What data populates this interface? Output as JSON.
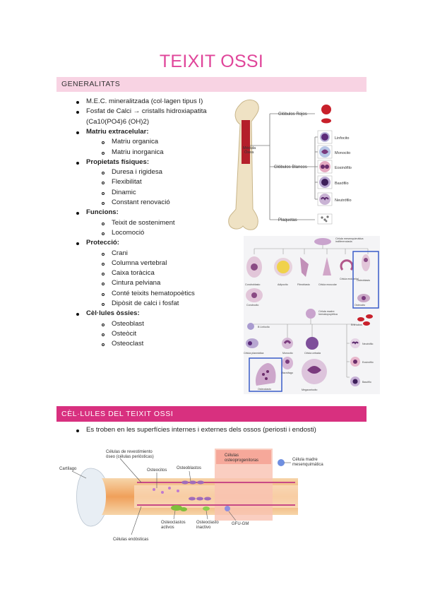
{
  "title": "TEIXIT OSSI",
  "section1": {
    "header": "GENERALITATS",
    "items": [
      {
        "text": "M.E.C. mineralitzada (col·lagen tipus I)",
        "bold": false
      },
      {
        "text": "Fosfat de Calci → cristalls hidroxiapatita",
        "bold": false,
        "cont": "(Ca10(PO4)6 (OH)2)"
      },
      {
        "text": "Matriu extracelular:",
        "bold": true,
        "sub": [
          "Matriu organica",
          "Matriu inorganica"
        ]
      },
      {
        "text": "Propietats físiques:",
        "bold": true,
        "sub": [
          "Duresa i rigidesa",
          "Flexibilitat",
          "Dinamic",
          "Constant renovació"
        ]
      },
      {
        "text": "Funcions:",
        "bold": true,
        "sub": [
          "Teixit de sosteniment",
          "Locomoció"
        ]
      },
      {
        "text": "Protecció:",
        "bold": true,
        "sub": [
          "Crani",
          "Columna vertebral",
          "Caixa toràcica",
          "Cintura pelviana",
          "Conté teixits hematopoètics",
          "Dipòsit de calci i fosfat"
        ]
      },
      {
        "text": "Cèl·lules òssies:",
        "bold": true,
        "sub": [
          "Osteoblast",
          "Osteòcit",
          "Osteoclast"
        ]
      }
    ]
  },
  "figure_bone": {
    "labels": {
      "medula": "Médula",
      "osea": "Ósea",
      "rojos": "Glóbulos Rojos",
      "blancos": "Glóbulos Blancos",
      "plaquetas": "Plaquetas",
      "linfocito": "Linfocito",
      "monocito": "Monocito",
      "eosinofilo": "Eosinófilo",
      "basofilo": "Basófilo",
      "neutrofilo": "Neutrófilo"
    }
  },
  "figure_cells": {
    "labels": {
      "madre_mes": "Célula mesenquimática",
      "madre_mes2": "indiferenciada",
      "condroblasto": "Condroblasto",
      "adipocito": "Adipocito",
      "fibroblasto": "Fibroblasto",
      "muscular": "Célula muscular",
      "endotelial": "Célula endotelial",
      "osteoblasto": "Osteoblasto",
      "osteocito": "Osteocito",
      "condrocito": "Condrocito",
      "madre_hem": "Célula madre",
      "madre_hem2": "hematopoyética",
      "eritrocitos": "Eritrocitos",
      "linfocito_b": "B Linfocito",
      "plasmatica": "Célula plasmática",
      "monocito": "Monocito",
      "cebada": "Célula cebada",
      "neutrofilo": "Neutrófilo",
      "eosinofilo": "Eosinófilo",
      "basofilo": "Basófilo",
      "macrofago": "Macrófago",
      "megacariocito": "Megacariocito",
      "osteoclasto": "Osteoclasto"
    }
  },
  "section2": {
    "header": "CÈL·LULES DEL TEIXIT OSSI",
    "items": [
      {
        "text": "Es troben en les superfícies internes i externes dels ossos (periosti i endosti)"
      }
    ]
  },
  "figure_long": {
    "labels": {
      "cartilago": "Cartílago",
      "revest1": "Células de revestimiento",
      "revest2": "óseo (células periósticas)",
      "osteocitos": "Osteocitos",
      "osteoblastos": "Osteoblastos",
      "progen1": "Células",
      "progen2": "osteoprogenitoras",
      "madre1": "Célula madre",
      "madre2": "mesenquimática",
      "osteoclastos1": "Osteoclastos",
      "osteoclastos2": "activos",
      "inactivo1": "Osteoclasto",
      "inactivo2": "inactivo",
      "gfu": "GFU-GM",
      "endosticas": "Células endósticas"
    }
  }
}
